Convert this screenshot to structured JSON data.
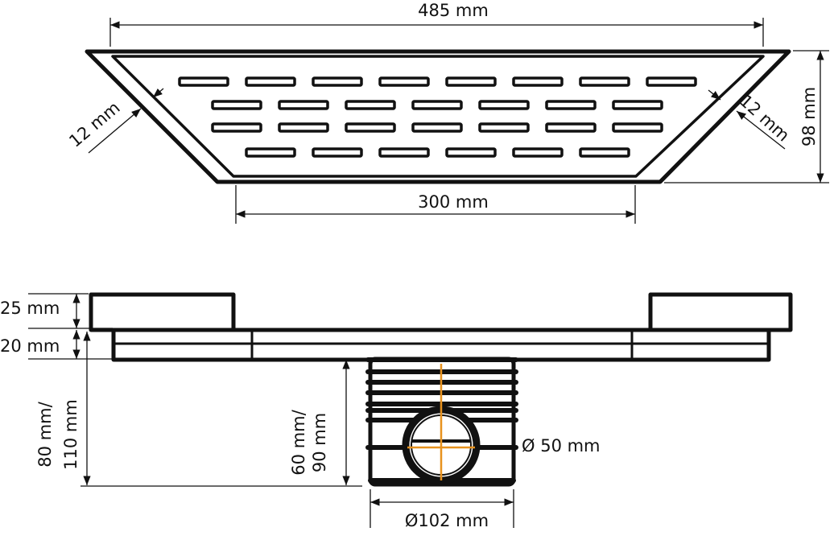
{
  "title": "Shower drain technical drawing",
  "top_view": {
    "width_top": "485 mm",
    "width_bottom": "300 mm",
    "height": "98 mm",
    "border_left": "12 mm",
    "border_right": "12 mm",
    "slot_rows": [
      8,
      7,
      7,
      6
    ]
  },
  "side_view": {
    "frame_height": "25 mm",
    "plate_height": "20 mm",
    "total_height": [
      "80 mm/",
      "110 mm"
    ],
    "trap_height": [
      "60 mm/",
      "90 mm"
    ],
    "outlet_diameter": "Ø 50 mm",
    "body_diameter": "Ø102 mm"
  },
  "colors": {
    "line": "#111111",
    "axis": "#e8921e"
  }
}
